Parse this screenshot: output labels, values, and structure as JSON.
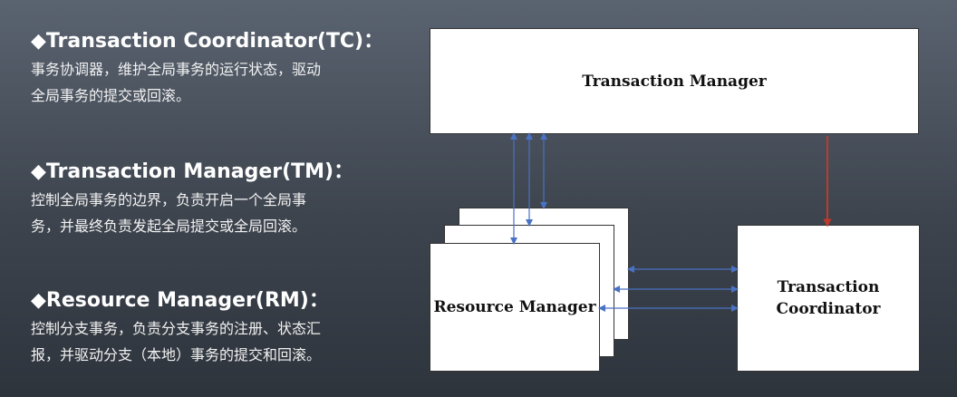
{
  "sections": [
    {
      "title": "◆Transaction Coordinator(TC)：",
      "lines": [
        "事务协调器，维护全局事务的运行状态，驱动",
        "全局事务的提交或回滚。"
      ]
    },
    {
      "title": "◆Transaction Manager(TM)：",
      "lines": [
        "控制全局事务的边界，负责开启一个全局事",
        "务，并最终负责发起全局提交或全局回滚。"
      ]
    },
    {
      "title": "◆Resource Manager(RM)：",
      "lines": [
        "控制分支事务，负责分支事务的注册、状态汇",
        "报，并驱动分支（本地）事务的提交和回滚。"
      ]
    }
  ],
  "diagram": {
    "tm_label": "Transaction Manager",
    "rm_label": "Resource Manager",
    "tc_label_line1": "Transaction",
    "tc_label_line2": "Coordinator",
    "colors": {
      "blue_arrow": "#4a72c4",
      "red_arrow": "#c0392b",
      "box_fill": "#ffffff"
    }
  }
}
